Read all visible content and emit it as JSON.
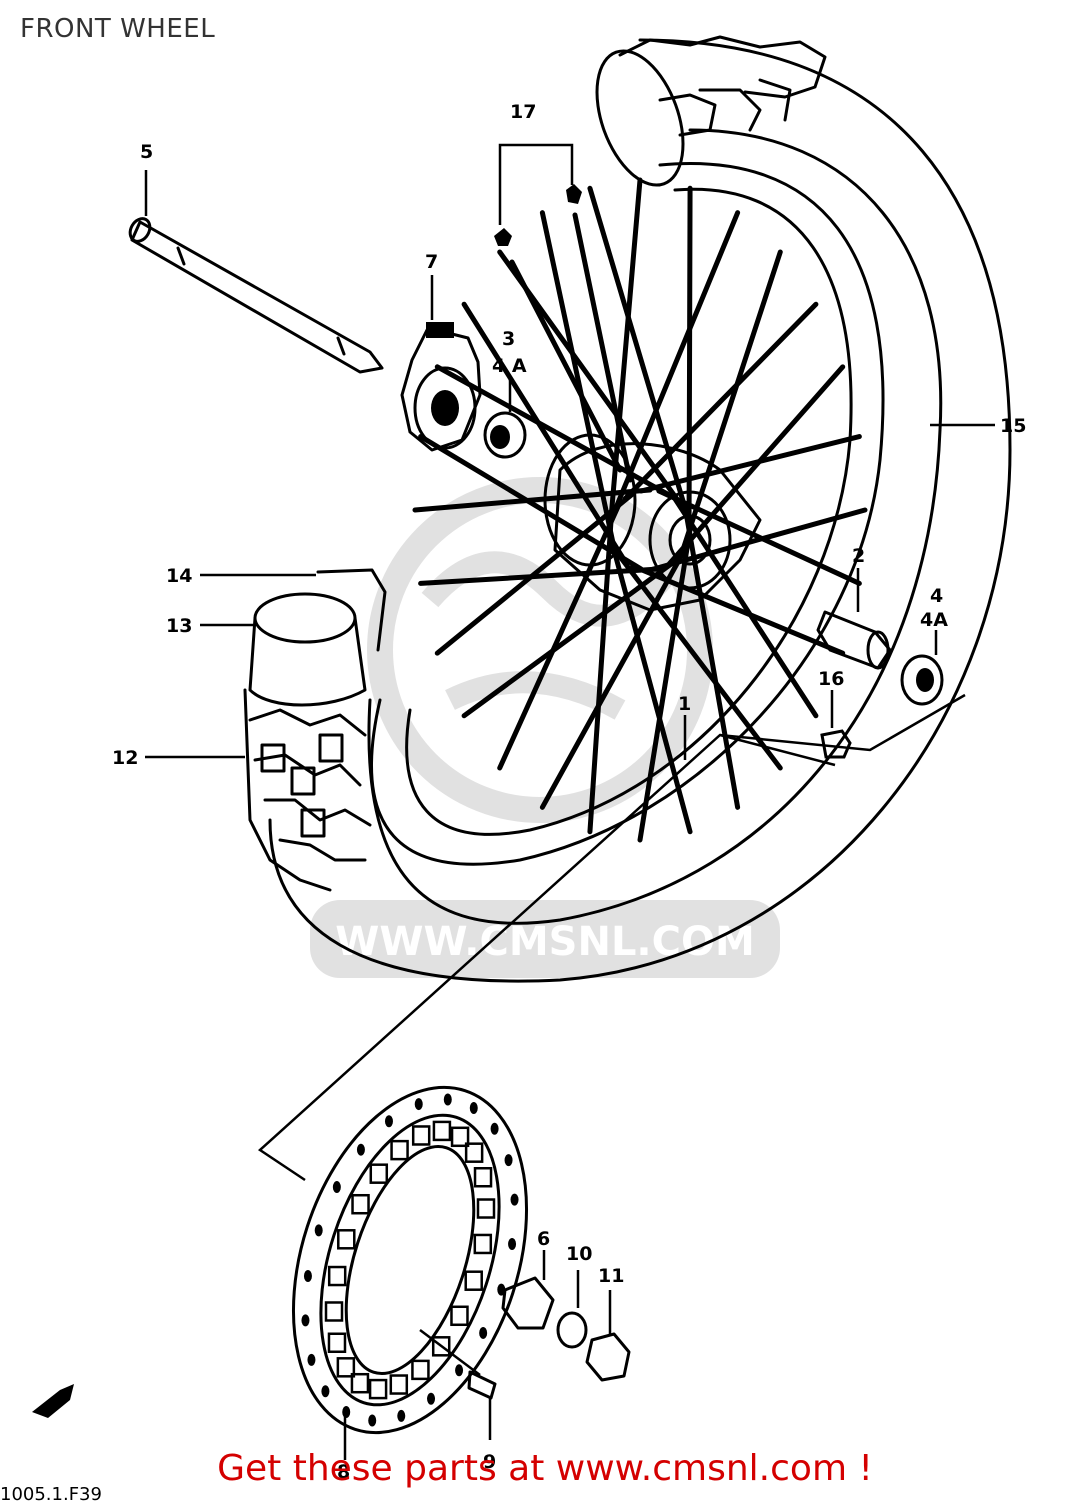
{
  "title": "FRONT WHEEL",
  "watermark": "WWW.CMSNL.COM",
  "footer": "Get these parts at www.cmsnl.com !",
  "figure_code": "1005.1.F39",
  "callouts": [
    {
      "label": "5"
    },
    {
      "label": "17"
    },
    {
      "label": "7"
    },
    {
      "label": "3"
    },
    {
      "label": "4 A"
    },
    {
      "label": "15"
    },
    {
      "label": "14"
    },
    {
      "label": "13"
    },
    {
      "label": "12"
    },
    {
      "label": "2"
    },
    {
      "label": "4"
    },
    {
      "label": "4A"
    },
    {
      "label": "16"
    },
    {
      "label": "1"
    },
    {
      "label": "6"
    },
    {
      "label": "10"
    },
    {
      "label": "11"
    },
    {
      "label": "8"
    },
    {
      "label": "9"
    }
  ],
  "colors": {
    "footer": "#d40000",
    "watermark": "#d9d9d9",
    "lines": "#000000"
  }
}
